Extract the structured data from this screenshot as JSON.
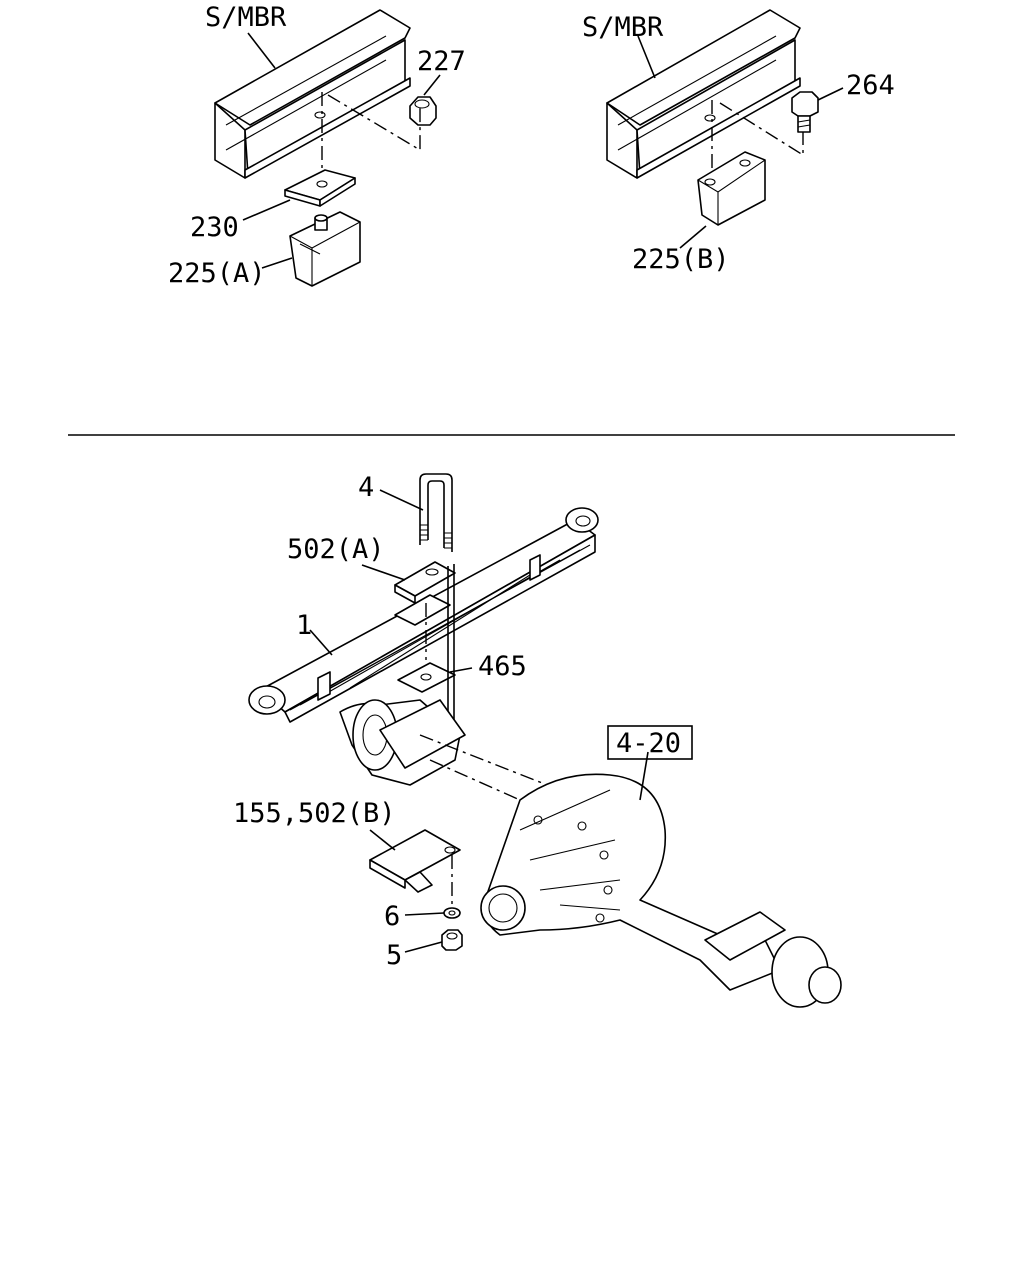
{
  "labels": {
    "smbr_left": "S/MBR",
    "smbr_right": "S/MBR",
    "p227": "227",
    "p264": "264",
    "p230": "230",
    "p225a": "225(A)",
    "p225b": "225(B)",
    "p4": "4",
    "p502a": "502(A)",
    "p1": "1",
    "p465": "465",
    "p4_20": "4-20",
    "p155_502b": "155,502(B)",
    "p6": "6",
    "p5": "5"
  }
}
